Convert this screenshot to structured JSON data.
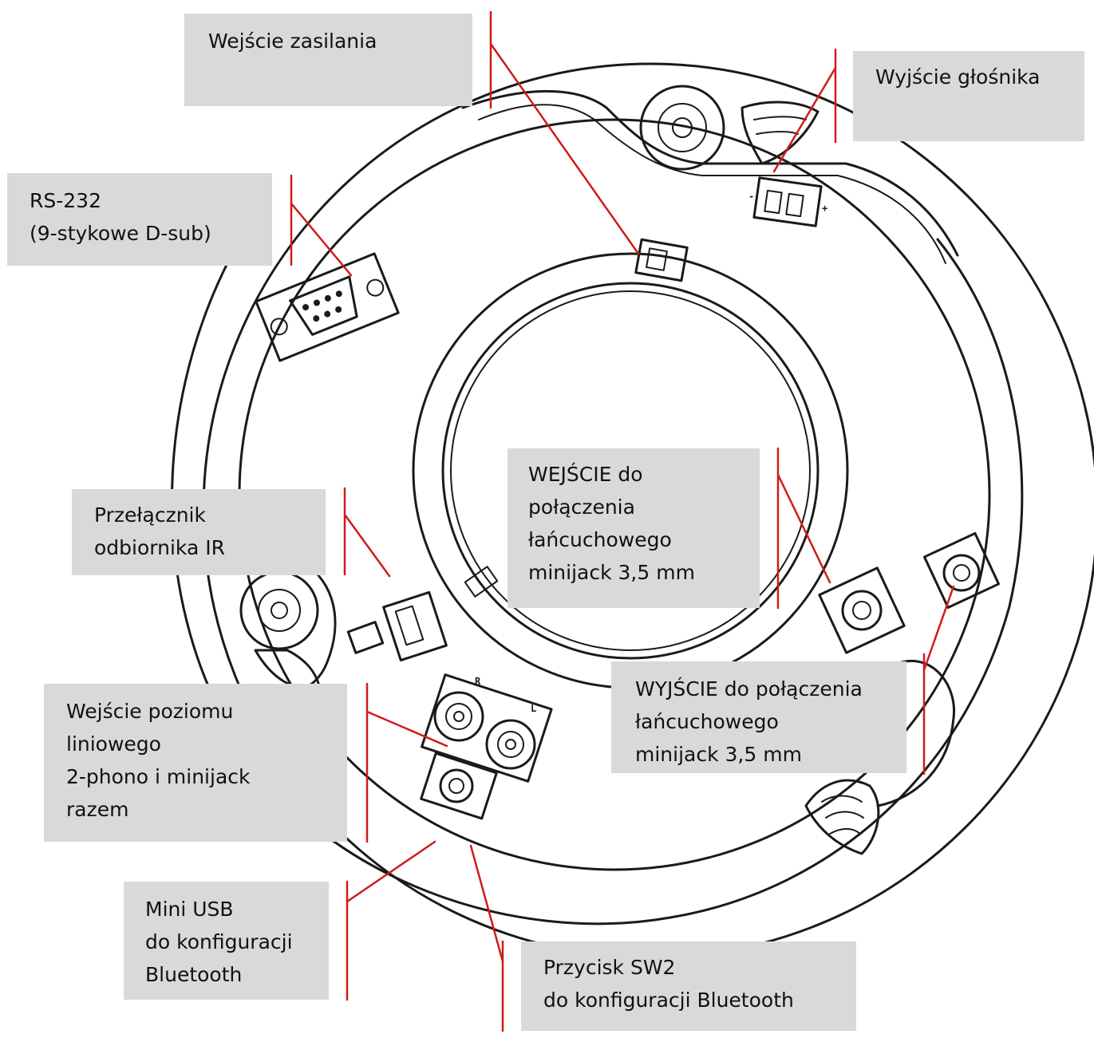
{
  "labels": {
    "power_input": {
      "lines": [
        "Wejście zasilania"
      ]
    },
    "speaker_output": {
      "lines": [
        "Wyjście głośnika"
      ]
    },
    "rs232": {
      "lines": [
        "RS-232",
        "(9-stykowe D-sub)"
      ]
    },
    "ir_switch": {
      "lines": [
        "Przełącznik",
        "odbiornika IR"
      ]
    },
    "daisy_in": {
      "lines": [
        "WEJŚCIE do",
        "połączenia",
        "łańcuchowego",
        "minijack 3,5 mm"
      ]
    },
    "daisy_out": {
      "lines": [
        "WYJŚCIE do połączenia",
        "łańcuchowego",
        "minijack 3,5 mm"
      ]
    },
    "line_input": {
      "lines": [
        "Wejście poziomu",
        "liniowego",
        "2-phono i minijack",
        "razem"
      ]
    },
    "mini_usb": {
      "lines": [
        "Mini USB",
        "do konfiguracji",
        "Bluetooth"
      ]
    },
    "sw2_button": {
      "lines": [
        "Przycisk SW2",
        "do konfiguracji Bluetooth"
      ]
    }
  },
  "colors": {
    "label_background": "#d9d9d9",
    "leader_line": "#d11a1a",
    "ink": "#1a1a1a"
  }
}
